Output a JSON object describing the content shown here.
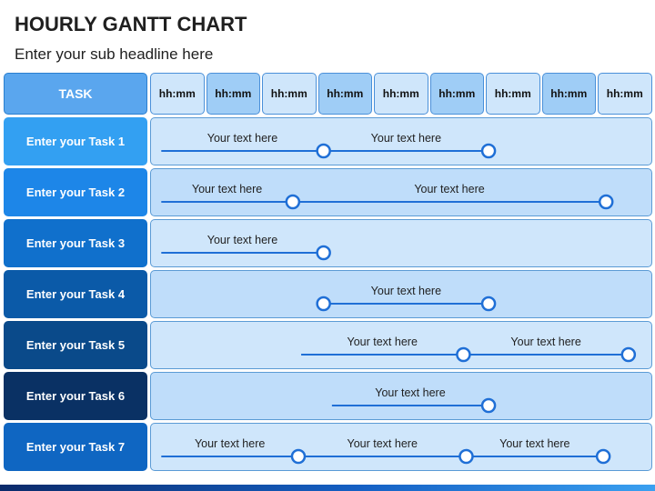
{
  "title": "HOURLY GANTT CHART",
  "subtitle": "Enter your sub headline here",
  "header": {
    "task_label": "TASK",
    "time_slots": [
      "hh:mm",
      "hh:mm",
      "hh:mm",
      "hh:mm",
      "hh:mm",
      "hh:mm",
      "hh:mm",
      "hh:mm",
      "hh:mm"
    ]
  },
  "colors": {
    "line": "#1f6fd6",
    "marker_stroke": "#1f6fd6",
    "marker_fill": "#ffffff",
    "task_label_bg": [
      "#33a0f2",
      "#1d86e8",
      "#1070cc",
      "#0b5aa8",
      "#0a4a8a",
      "#0a3164",
      "#0f66c2"
    ]
  },
  "chart_data": {
    "type": "gantt",
    "time_slots": [
      "hh:mm",
      "hh:mm",
      "hh:mm",
      "hh:mm",
      "hh:mm",
      "hh:mm",
      "hh:mm",
      "hh:mm",
      "hh:mm"
    ],
    "tasks": [
      {
        "name": "Enter your Task 1",
        "start": 0.2,
        "milestones": [
          3.1,
          6.05
        ],
        "labels": [
          "Your text here",
          "Your text here"
        ]
      },
      {
        "name": "Enter your Task 2",
        "start": 0.2,
        "milestones": [
          2.55,
          8.15
        ],
        "labels": [
          "Your text here",
          "Your text here"
        ]
      },
      {
        "name": "Enter your Task 3",
        "start": 0.2,
        "milestones": [
          3.1
        ],
        "labels": [
          "Your text here"
        ]
      },
      {
        "name": "Enter your Task 4",
        "start": 3.1,
        "milestones": [
          3.1,
          6.05
        ],
        "labels": [
          "Your text here"
        ]
      },
      {
        "name": "Enter your Task 5",
        "start": 2.7,
        "milestones": [
          5.6,
          8.55
        ],
        "labels": [
          "Your text here",
          "Your text here"
        ]
      },
      {
        "name": "Enter your Task 6",
        "start": 3.25,
        "milestones": [
          6.05
        ],
        "labels": [
          "Your text here"
        ]
      },
      {
        "name": "Enter your Task 7",
        "start": 0.2,
        "milestones": [
          2.65,
          5.65,
          8.1
        ],
        "labels": [
          "Your text here",
          "Your text here",
          "Your text here"
        ]
      }
    ]
  }
}
